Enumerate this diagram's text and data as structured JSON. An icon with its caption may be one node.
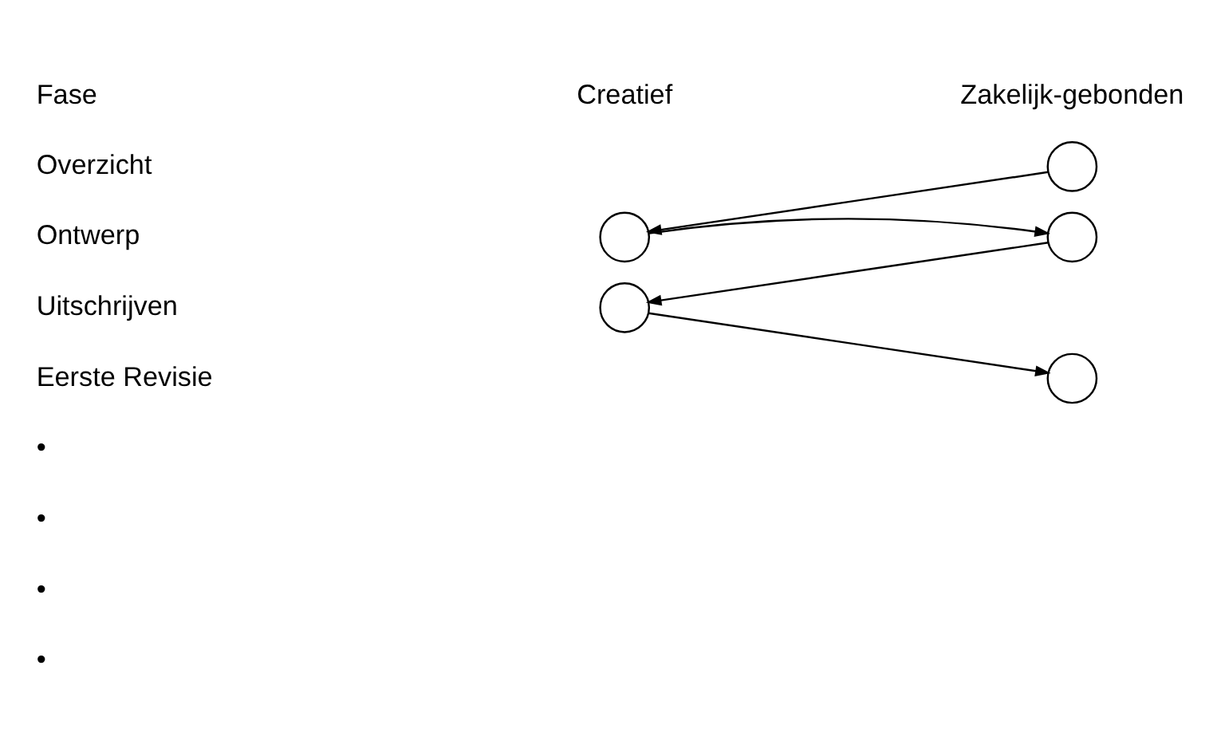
{
  "diagram": {
    "nodes": [
      {
        "text": [],
        "shape": "circle"
      },
      {
        "text": [],
        "shape": "circle"
      },
      {
        "text": [],
        "shape": "circle"
      },
      {
        "text": [],
        "shape": "circle"
      },
      {
        "text": [],
        "shape": "circle"
      }
    ],
    "edges": [
      {
        "from": 0,
        "to": 1,
        "arrow": "to"
      },
      {
        "from": 1,
        "to": 2,
        "arrow": "to"
      },
      {
        "from": 2,
        "to": 3,
        "arrow": "to"
      },
      {
        "from": 3,
        "to": 4,
        "arrow": "to"
      }
    ],
    "labels": [
      "Fase",
      "Creatief",
      "Zakelijk-gebonden",
      "Overzicht",
      "Ontwerp",
      "Uitschrijven",
      "Eerste Revisie",
      "•",
      "•",
      "•",
      "•"
    ]
  }
}
